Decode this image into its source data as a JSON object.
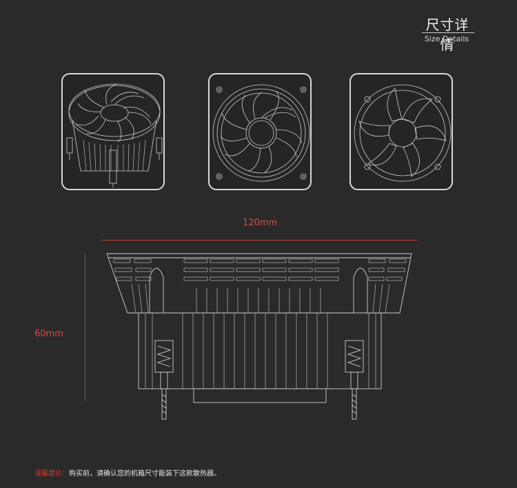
{
  "header": {
    "title": "尺寸详情",
    "subtitle": "Size Details"
  },
  "views": [
    {
      "name": "perspective-view"
    },
    {
      "name": "top-view-outline"
    },
    {
      "name": "top-view-fan"
    }
  ],
  "dimensions": {
    "width_label": "120mm",
    "height_label": "60mm"
  },
  "notice": {
    "label": "温馨提示：",
    "text": "购买前，请确认您的机箱尺寸能装下这款散热器。"
  },
  "colors": {
    "background": "#2a2a2a",
    "accent": "#d94a45",
    "line": "#d9d9d9"
  }
}
